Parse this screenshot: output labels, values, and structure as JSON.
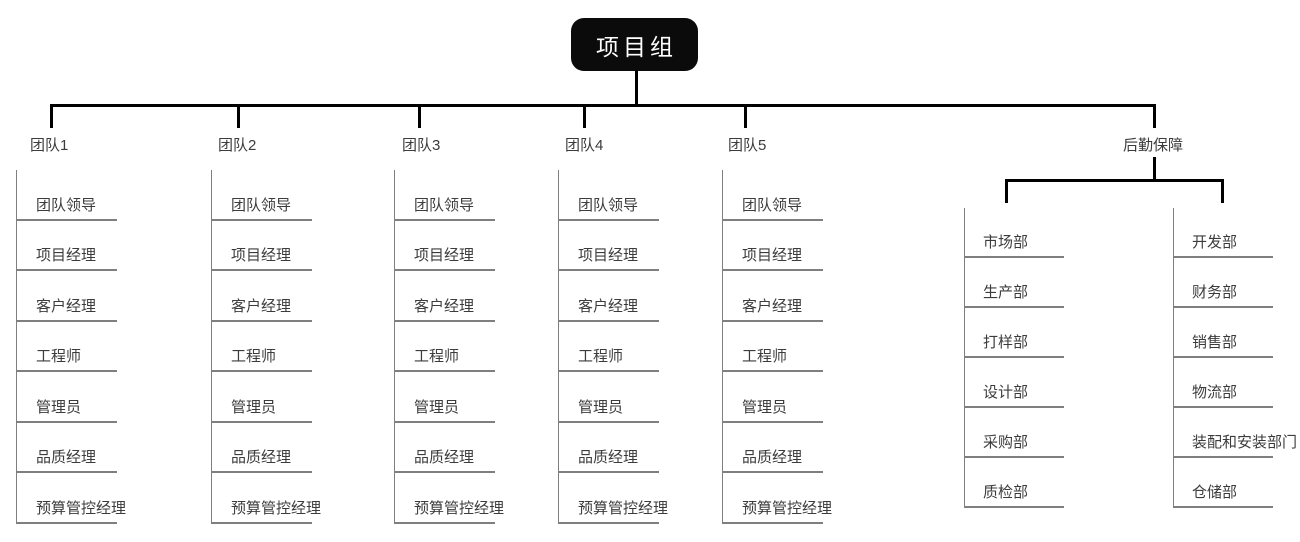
{
  "colors": {
    "connector": "#000000",
    "line": "#7f7f7f",
    "text": "#3c3c3c",
    "root_bg": "#0b0b0b",
    "root_text": "#ffffff"
  },
  "root": {
    "label": "项目组"
  },
  "teams": [
    {
      "label": "团队1",
      "members": [
        "团队领导",
        "项目经理",
        "客户经理",
        "工程师",
        "管理员",
        "品质经理",
        "预算管控经理"
      ]
    },
    {
      "label": "团队2",
      "members": [
        "团队领导",
        "项目经理",
        "客户经理",
        "工程师",
        "管理员",
        "品质经理",
        "预算管控经理"
      ]
    },
    {
      "label": "团队3",
      "members": [
        "团队领导",
        "项目经理",
        "客户经理",
        "工程师",
        "管理员",
        "品质经理",
        "预算管控经理"
      ]
    },
    {
      "label": "团队4",
      "members": [
        "团队领导",
        "项目经理",
        "客户经理",
        "工程师",
        "管理员",
        "品质经理",
        "预算管控经理"
      ]
    },
    {
      "label": "团队5",
      "members": [
        "团队领导",
        "项目经理",
        "客户经理",
        "工程师",
        "管理员",
        "品质经理",
        "预算管控经理"
      ]
    }
  ],
  "logistics": {
    "label": "后勤保障",
    "columns": [
      {
        "departments": [
          "市场部",
          "生产部",
          "打样部",
          "设计部",
          "采购部",
          "质检部"
        ]
      },
      {
        "departments": [
          "开发部",
          "财务部",
          "销售部",
          "物流部",
          "装配和安装部门",
          "仓储部"
        ]
      }
    ]
  }
}
